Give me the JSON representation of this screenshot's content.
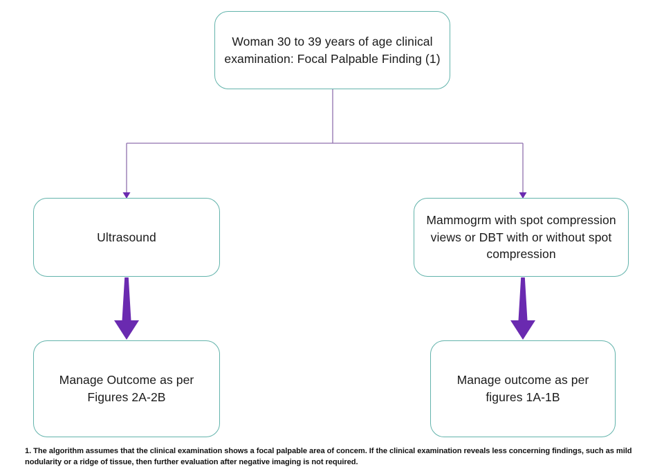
{
  "diagram": {
    "title_node": {
      "name": "root-node",
      "text": "Woman 30 to 39 years of age clinical examination: Focal Palpable Finding (1)"
    },
    "nodes": [
      {
        "id": "ultrasound",
        "text": "Ultrasound"
      },
      {
        "id": "mammogram",
        "text": "Mammogrm with spot compression views or DBT with or without spot compression"
      },
      {
        "id": "outcome-left",
        "text": "Manage Outcome as per Figures 2A-2B"
      },
      {
        "id": "outcome-right",
        "text": "Manage outcome as per figures 1A-1B"
      }
    ],
    "footnote": "1. The algorithm assumes that the clinical examination shows a focal palpable area of concem. If the clinical examination reveals less concerning findings, such as mild nodularity or a ridge of tissue, then further evaluation after negative imaging is not required.",
    "colors": {
      "node_border": "#62b3ab",
      "node_fill": "#ffffff",
      "thin_connector": "#8f6fae",
      "thick_arrow": "#6a2ab0",
      "text": "#1a1a1a",
      "background": "#ffffff"
    }
  }
}
